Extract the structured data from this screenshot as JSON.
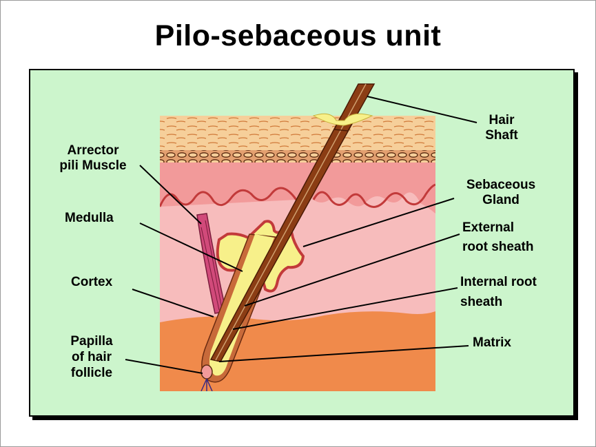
{
  "title": "Pilo-sebaceous unit",
  "labels": {
    "hair_shaft_1": "Hair",
    "hair_shaft_2": "Shaft",
    "arrector_1": "Arrector",
    "arrector_2": "pili Muscle",
    "sebaceous_1": "Sebaceous",
    "sebaceous_2": "Gland",
    "medulla": "Medulla",
    "external_1": "External",
    "external_2": "root sheath",
    "cortex": "Cortex",
    "internal_1": "Internal root",
    "internal_2": "sheath",
    "papilla_1": "Papilla",
    "papilla_2": "of hair",
    "papilla_3": "follicle",
    "matrix": "Matrix"
  },
  "colors": {
    "panel_bg": "#ccf5cc",
    "epidermis": "#f6cf9a",
    "dermis": "#f29a9a",
    "lower_dermis": "#f7bcbc",
    "subcutis": "#f08a4b",
    "hair": "#8b3d14",
    "gland": "#f7f08a",
    "muscle": "#d14a7a"
  }
}
